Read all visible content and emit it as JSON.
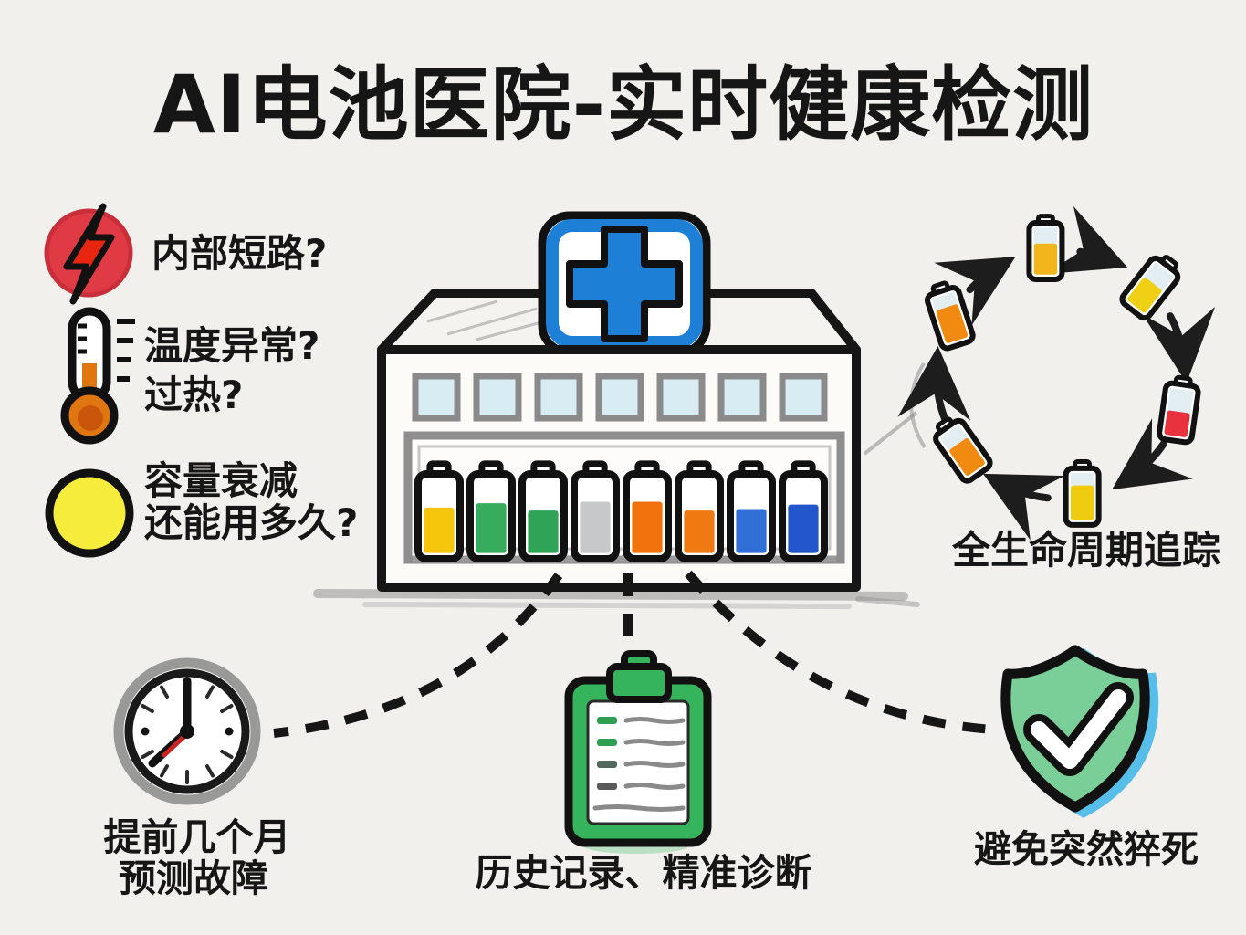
{
  "title": "AI电池医院-实时健康检测",
  "colors": {
    "background": "#f2f0ec",
    "ink": "#161616",
    "pencil_gray": "#9a9a9a",
    "sign_blue": "#1e7fd6",
    "window_blue": "#d8ecf4",
    "alert_red": "#e03a45",
    "bolt_red": "#e8250f",
    "therm_orange": "#e0760f",
    "capacity_yellow": "#f6ec3c",
    "clipboard_green": "#35b45c",
    "shield_green": "#79cf97",
    "shield_shadow_blue": "#45b8e8",
    "clock_red": "#cc2222"
  },
  "left_panel": {
    "items": [
      {
        "icon": "short-circuit-icon",
        "lines": [
          "内部短路?"
        ]
      },
      {
        "icon": "thermometer-icon",
        "lines": [
          "温度异常?",
          "过热?"
        ]
      },
      {
        "icon": "capacity-icon",
        "lines": [
          "容量衰减",
          "还能用多久?"
        ]
      }
    ]
  },
  "hospital": {
    "sign": "medical-cross",
    "window_count": 7,
    "batteries": [
      {
        "color": "#f6c60d",
        "level": 0.62
      },
      {
        "color": "#35ad5c",
        "level": 0.68
      },
      {
        "color": "#2fa457",
        "level": 0.58
      },
      {
        "color": "#c6c8ca",
        "level": 0.7
      },
      {
        "color": "#f2720e",
        "level": 0.7
      },
      {
        "color": "#f07a12",
        "level": 0.58
      },
      {
        "color": "#2f6fd6",
        "level": 0.6
      },
      {
        "color": "#2356cc",
        "level": 0.66
      }
    ]
  },
  "lifecycle": {
    "label": "全生命周期追踪",
    "stages": [
      {
        "angle": -97,
        "rot": 0,
        "color": "#f2b51c",
        "level": 0.66
      },
      {
        "angle": -44,
        "rot": 38,
        "color": "#f0d014",
        "level": 0.62
      },
      {
        "angle": 18,
        "rot": 8,
        "color": "#e8333f",
        "level": 0.52
      },
      {
        "angle": 80,
        "rot": 0,
        "color": "#f0cc10",
        "level": 0.74
      },
      {
        "angle": 142,
        "rot": -35,
        "color": "#f08a10",
        "level": 0.68
      },
      {
        "angle": 207,
        "rot": -18,
        "color": "#f08a10",
        "level": 0.74
      }
    ]
  },
  "bottom": {
    "clock": {
      "lines": [
        "提前几个月",
        "预测故障"
      ]
    },
    "clipboard": {
      "label": "历史记录、精准诊断",
      "rows": [
        {
          "tick": "#2f9e55"
        },
        {
          "tick": "#2f9e55"
        },
        {
          "tick": "#50695c"
        },
        {
          "tick": "#5a5a5a"
        },
        {
          "tick": null
        }
      ]
    },
    "shield": {
      "label": "避免突然猝死"
    }
  }
}
